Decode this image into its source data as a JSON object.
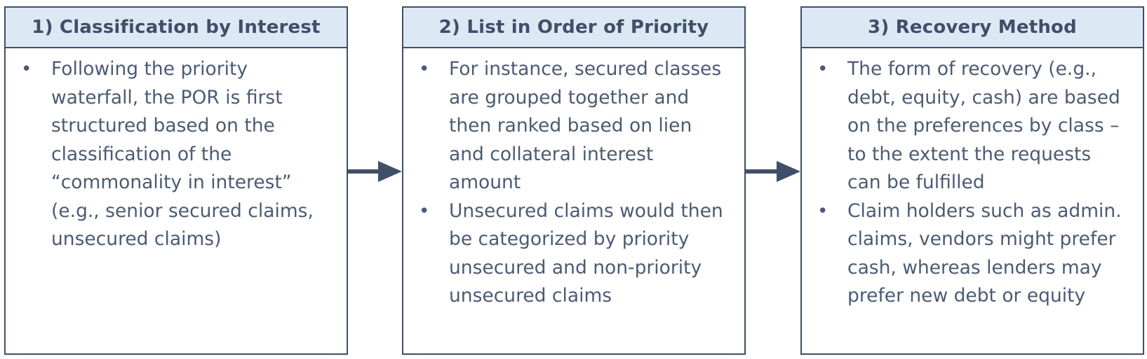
{
  "steps": [
    {
      "title": "1) Classification by Interest",
      "bullets": [
        "Following the priority waterfall, the POR is first structured based on the classification of the “commonality in interest” (e.g., senior secured claims, unsecured claims)"
      ]
    },
    {
      "title": "2) List in Order of Priority",
      "bullets": [
        "For instance, secured classes are grouped together and then ranked based on lien and collateral interest amount",
        "Unsecured claims would then be categorized by priority unsecured and non-priority unsecured claims"
      ]
    },
    {
      "title": "3) Recovery Method",
      "bullets": [
        "The form of recovery (e.g., debt, equity, cash) are based on the preferences by class – to the extent the requests can be fulfilled",
        "Claim holders such as admin. claims, vendors might prefer cash, whereas lenders may prefer new debt or equity"
      ]
    }
  ],
  "colors": {
    "header_fill": "#dce9f5",
    "border": "#3f4f68",
    "text": "#4b5b74",
    "arrow": "#3f4f68"
  },
  "icons": {
    "bullet": "bullet-dot",
    "connector": "arrow-right-icon"
  }
}
